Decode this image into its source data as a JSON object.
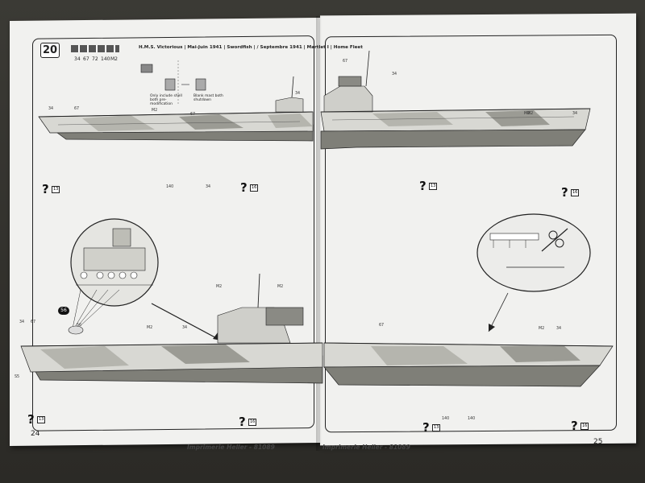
{
  "step_number": "20",
  "paint_refs": [
    "34",
    "67",
    "72",
    "140",
    "M2"
  ],
  "header_title": "H.M.S. Victorious | Mai-Juin 1941 | Swordfish | / Septembre 1941 | Martlet I | Home Fleet",
  "part_labels": [
    "34",
    "67",
    "M2",
    "34",
    "67",
    "M2",
    "34",
    "140",
    "34",
    "M2",
    "67",
    "34",
    "34",
    "67",
    "M2",
    "34",
    "M2",
    "140",
    "67",
    "M2",
    "34",
    "140",
    "56",
    "M2",
    "S5"
  ],
  "notes": {
    "left": "Only include shell both pre-modification",
    "right": "Blank mast both shutdown"
  },
  "bubble": "56",
  "callouts": [
    "?",
    "?",
    "?",
    "?",
    "?",
    "?",
    "?",
    "?"
  ],
  "callout_refs": [
    "13",
    "16",
    "13",
    "16",
    "13",
    "16",
    "13",
    "16"
  ],
  "page_numbers": {
    "left": "24",
    "right": "25"
  },
  "footer": {
    "left": "Imprimerie Heller - 81089",
    "right": "Imprimerie Heller - 81089"
  },
  "colors": {
    "page": "#f1f1ef",
    "hull_light": "#d8d8d3",
    "hull_dark": "#7f7f78",
    "camo_mid": "#b5b5ae",
    "ink": "#222222"
  }
}
